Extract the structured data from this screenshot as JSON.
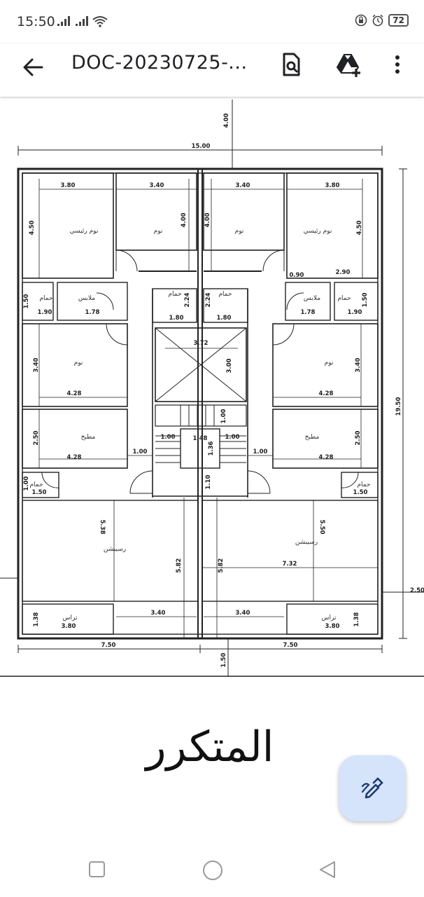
{
  "status": {
    "time": "15:50",
    "battery": "72"
  },
  "appbar": {
    "title": "DOC-20230725-..."
  },
  "plan": {
    "dims": {
      "total_width": "15.00",
      "total_height": "19.50",
      "top_offset": "4.00",
      "right_offset": "2.50",
      "bottom_left": "7.50",
      "bottom_right": "7.50",
      "bottom_offset": "1.50",
      "w380": "3.80",
      "w340": "3.40",
      "h450": "4.50",
      "h400": "4.00",
      "w090": "0.90",
      "w290": "2.90",
      "h150": "1.50",
      "w190": "1.90",
      "w178": "1.78",
      "h224": "2.24",
      "w180": "1.80",
      "w372": "3.72",
      "h300": "3.00",
      "h340": "3.40",
      "w428": "4.28",
      "h250": "2.50",
      "h100": "1.00",
      "w100": "1.00",
      "w148": "1.48",
      "h136": "1.36",
      "h110": "1.10",
      "w150": "1.50",
      "h538": "5.38",
      "h550": "5.50",
      "h582": "5.82",
      "w732": "7.32",
      "h138": "1.38"
    },
    "rooms": {
      "master": "نوم رئيسي",
      "bedroom": "نوم",
      "wc": "حمام",
      "dress": "ملابس",
      "kitchen": "مطبخ",
      "reception": "رسيبشن",
      "terrace": "تراس"
    }
  },
  "caption": "المتكرر"
}
